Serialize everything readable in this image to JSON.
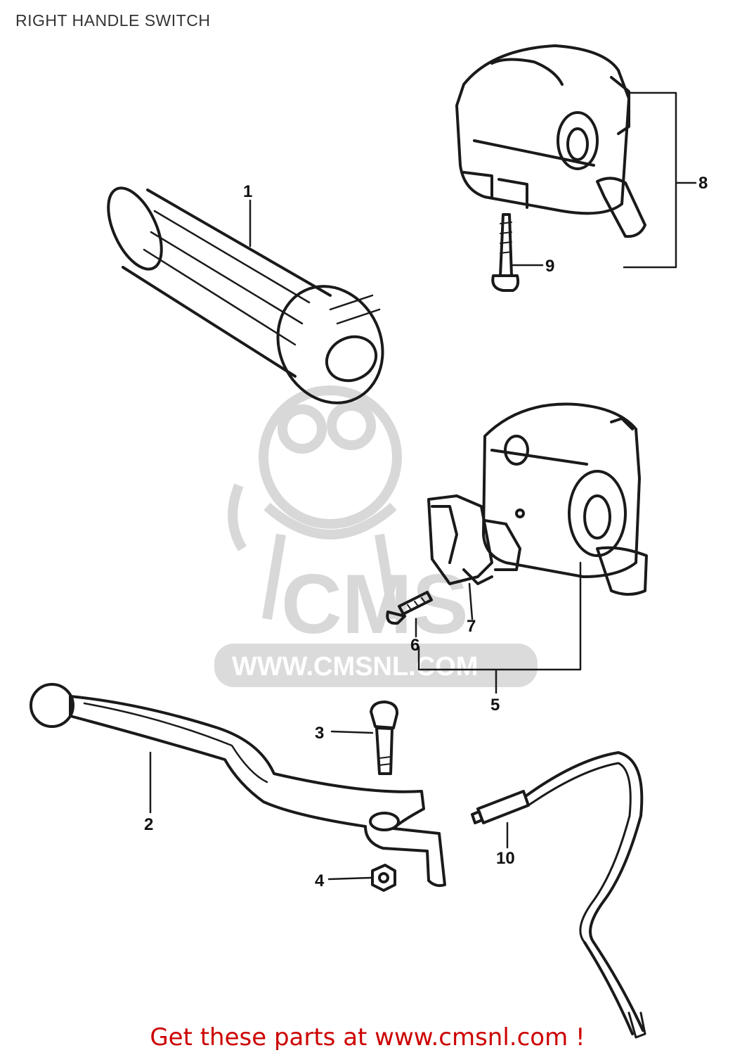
{
  "title": "RIGHT HANDLE SWITCH",
  "footer": {
    "text": "Get these parts at www.cmsnl.com !",
    "color": "#cc0000"
  },
  "watermark": {
    "logo_text": "CMS",
    "url_text": "WWW.CMSNL.COM",
    "color": "#d4d4d4"
  },
  "callouts": [
    "1",
    "2",
    "3",
    "4",
    "5",
    "6",
    "7",
    "8",
    "9",
    "10"
  ],
  "parts": [
    {
      "id": "1",
      "icon": "grip-icon"
    },
    {
      "id": "2",
      "icon": "brake-lever-icon"
    },
    {
      "id": "3",
      "icon": "bolt-icon"
    },
    {
      "id": "4",
      "icon": "nut-icon"
    },
    {
      "id": "5",
      "icon": "switch-assembly-icon"
    },
    {
      "id": "6",
      "icon": "screw-icon"
    },
    {
      "id": "7",
      "icon": "switch-block-icon"
    },
    {
      "id": "8",
      "icon": "switch-housing-icon"
    },
    {
      "id": "9",
      "icon": "screw-icon"
    },
    {
      "id": "10",
      "icon": "brake-light-switch-icon"
    }
  ]
}
